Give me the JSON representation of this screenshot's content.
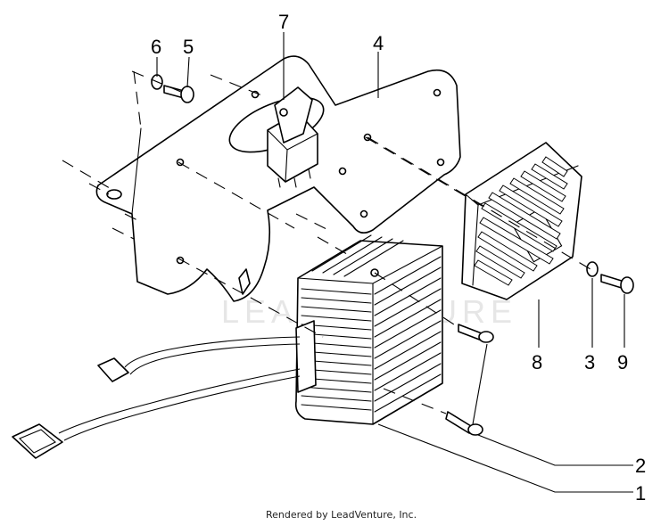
{
  "callouts": [
    "1",
    "2",
    "3",
    "4",
    "5",
    "6",
    "7",
    "8",
    "9"
  ],
  "watermark": "LEADVENTURE",
  "credit": "Rendered by LeadVenture, Inc."
}
